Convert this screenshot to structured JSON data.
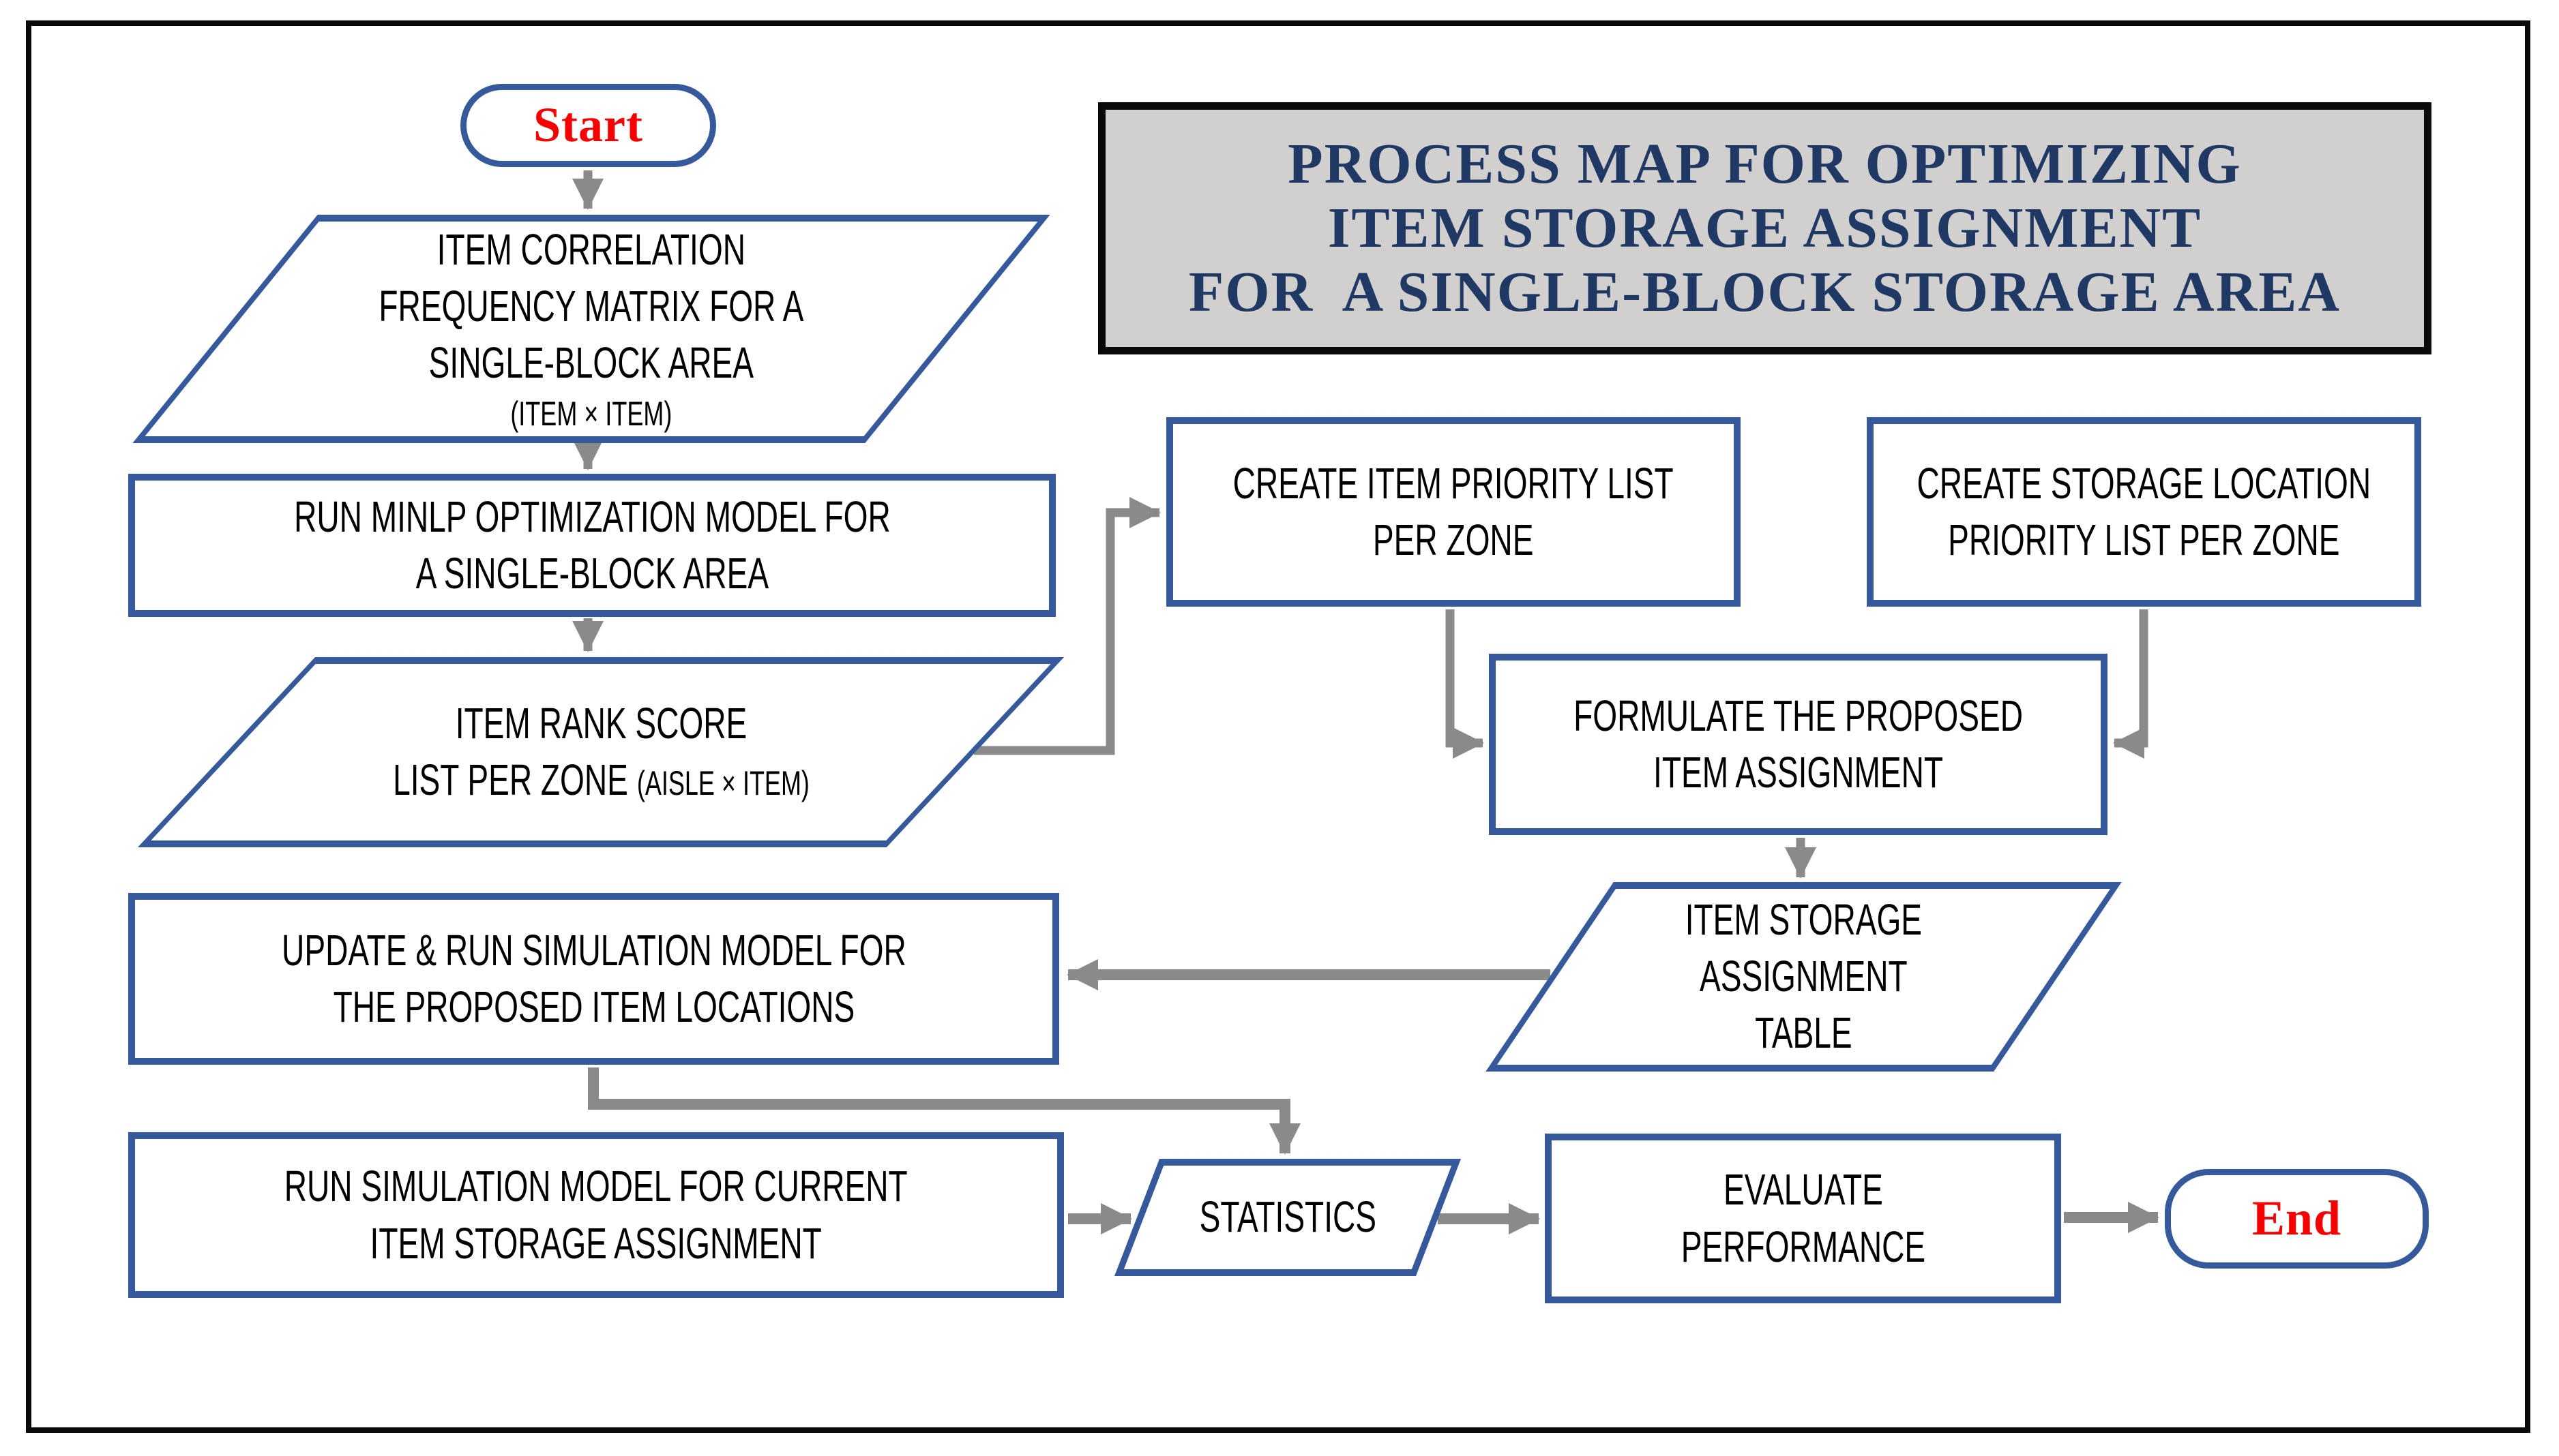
{
  "diagram": {
    "title": {
      "line1": "PROCESS MAP FOR OPTIMIZING",
      "line2": "ITEM STORAGE ASSIGNMENT",
      "line3": "FOR  A SINGLE-BLOCK STORAGE AREA"
    },
    "nodes": {
      "start": {
        "type": "terminator",
        "label": "Start"
      },
      "item_correlation": {
        "type": "data-parallelogram",
        "lines": [
          "ITEM CORRELATION",
          "FREQUENCY MATRIX FOR A",
          "SINGLE-BLOCK AREA"
        ],
        "small_line": "(ITEM × ITEM)"
      },
      "run_minlp": {
        "type": "process",
        "lines": [
          "RUN MINLP OPTIMIZATION MODEL FOR",
          "A SINGLE-BLOCK AREA"
        ]
      },
      "item_rank": {
        "type": "data-parallelogram",
        "line1": "ITEM RANK SCORE",
        "line2_main": "LIST PER ZONE",
        "line2_small": "(AISLE × ITEM)"
      },
      "create_item_priority": {
        "type": "process",
        "lines": [
          "CREATE ITEM PRIORITY LIST",
          "PER ZONE"
        ]
      },
      "create_storage_priority": {
        "type": "process",
        "lines": [
          "CREATE STORAGE LOCATION",
          "PRIORITY LIST PER ZONE"
        ]
      },
      "formulate": {
        "type": "process",
        "lines": [
          "FORMULATE THE PROPOSED",
          "ITEM ASSIGNMENT"
        ]
      },
      "item_storage_table": {
        "type": "data-parallelogram",
        "lines": [
          "ITEM STORAGE",
          "ASSIGNMENT",
          "TABLE"
        ]
      },
      "update_simulation": {
        "type": "process",
        "lines": [
          "UPDATE & RUN SIMULATION MODEL FOR",
          "THE PROPOSED ITEM LOCATIONS"
        ]
      },
      "run_current_simulation": {
        "type": "process",
        "lines": [
          "RUN SIMULATION MODEL FOR CURRENT",
          "ITEM STORAGE ASSIGNMENT"
        ]
      },
      "statistics": {
        "type": "data-parallelogram",
        "label": "STATISTICS"
      },
      "evaluate": {
        "type": "process",
        "lines": [
          "EVALUATE",
          "PERFORMANCE"
        ]
      },
      "end": {
        "type": "terminator",
        "label": "End"
      }
    },
    "colors": {
      "shape_border_blue": "#35599a",
      "arrow_gray": "#8a8a8a",
      "title_text_navy": "#1f3864",
      "title_background_gray": "#d1d0ce",
      "terminator_text_red": "#f70000",
      "body_text_black": "#000000",
      "frame_border_black": "#0a0a0a",
      "canvas_white": "#ffffff"
    }
  }
}
